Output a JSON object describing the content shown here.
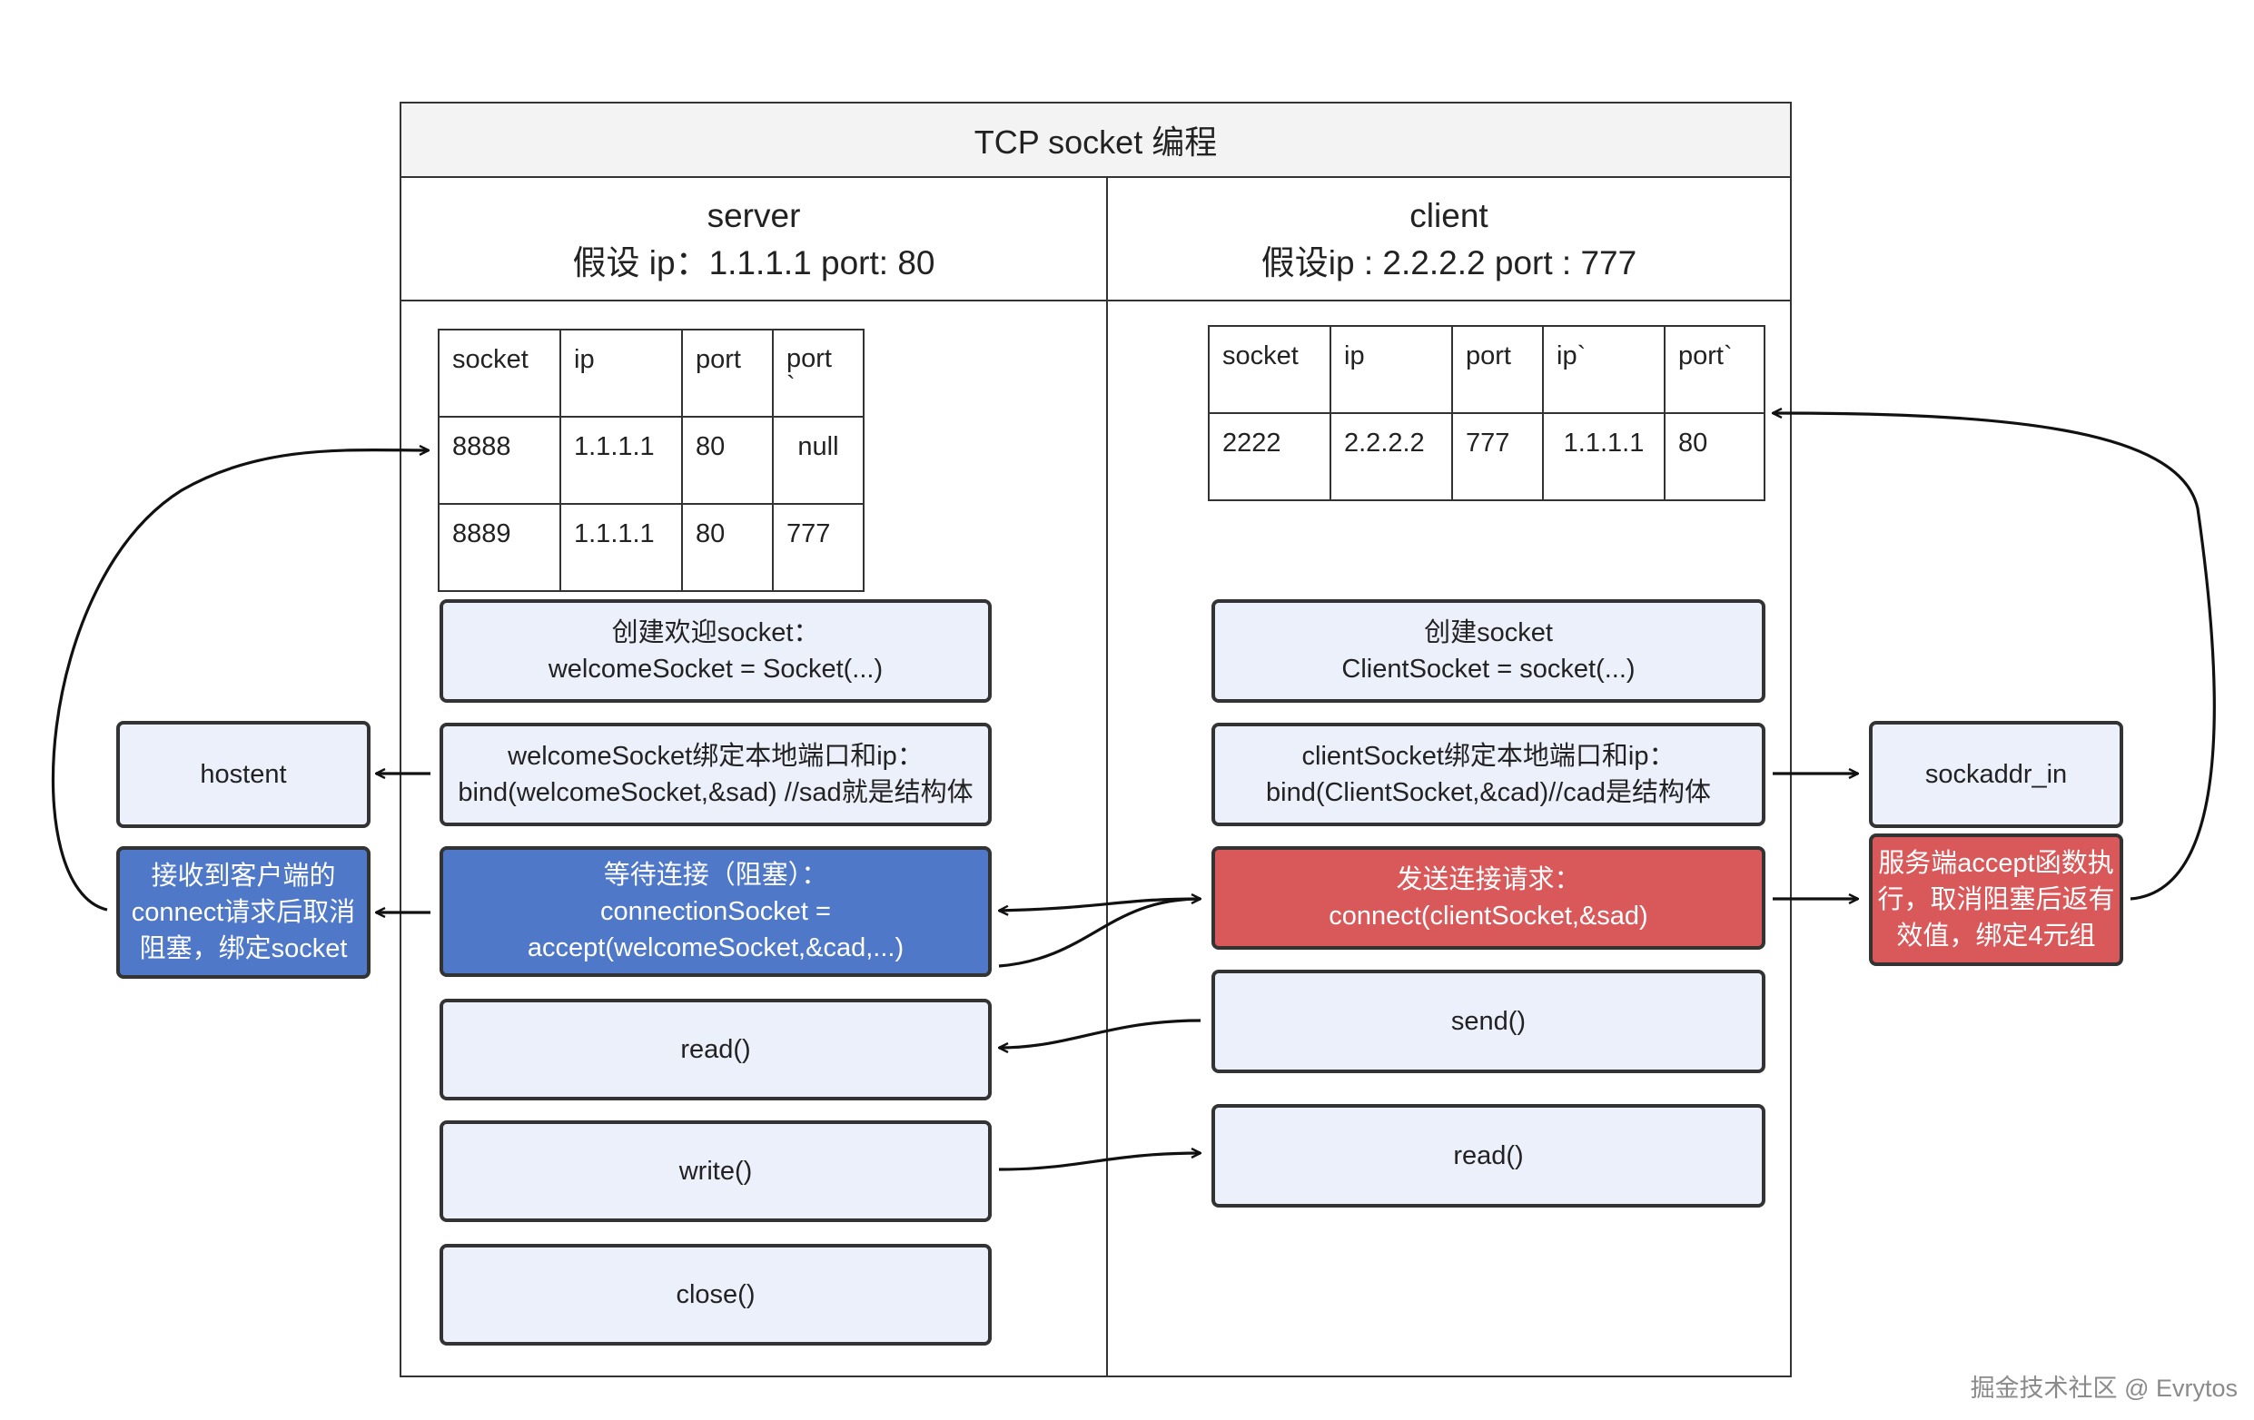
{
  "title": "TCP socket 编程",
  "server": {
    "name": "server",
    "subtitle": "假设 ip：1.1.1.1 port: 80",
    "table": {
      "headers": [
        "socket",
        "ip",
        "port",
        "port\n`"
      ],
      "rows": [
        [
          "8888",
          "1.1.1.1",
          "80",
          "null"
        ],
        [
          "8889",
          "1.1.1.1",
          "80",
          "777"
        ]
      ]
    },
    "steps": {
      "create": [
        "创建欢迎socket：",
        "welcomeSocket = Socket(...)"
      ],
      "bind": [
        "welcomeSocket绑定本地端口和ip：",
        "bind(welcomeSocket,&sad) //sad就是结构体"
      ],
      "accept": [
        "等待连接（阻塞）：",
        "connectionSocket =",
        "accept(welcomeSocket,&cad,...)"
      ],
      "read": "read()",
      "write": "write()",
      "close": "close()"
    },
    "side": {
      "hostent": "hostent",
      "accepted": [
        "接收到客户端的",
        "connect请求后取消",
        "阻塞，绑定socket"
      ]
    }
  },
  "client": {
    "name": "client",
    "subtitle": "假设ip : 2.2.2.2 port : 777",
    "table": {
      "headers": [
        "socket",
        "ip",
        "port",
        "ip`",
        "port`"
      ],
      "rows": [
        [
          "2222",
          "2.2.2.2",
          "777",
          "1.1.1.1",
          "80"
        ]
      ]
    },
    "steps": {
      "create": [
        "创建socket",
        "ClientSocket = socket(...)"
      ],
      "bind": [
        "clientSocket绑定本地端口和ip：",
        "bind(ClientSocket,&cad)//cad是结构体"
      ],
      "connect": [
        "发送连接请求：",
        "connect(clientSocket,&sad)"
      ],
      "send": "send()",
      "read": "read()"
    },
    "side": {
      "sockaddr": "sockaddr_in",
      "server_accept": [
        "服务端accept函数执",
        "行，取消阻塞后返有",
        "效值，绑定4元组"
      ]
    }
  },
  "colors": {
    "box_fill": "#ecf0fb",
    "blocking_fill": "#4f78c8",
    "request_fill": "#d9595a",
    "stroke": "#333333"
  },
  "watermark": "掘金技术社区 @ Evrytos"
}
